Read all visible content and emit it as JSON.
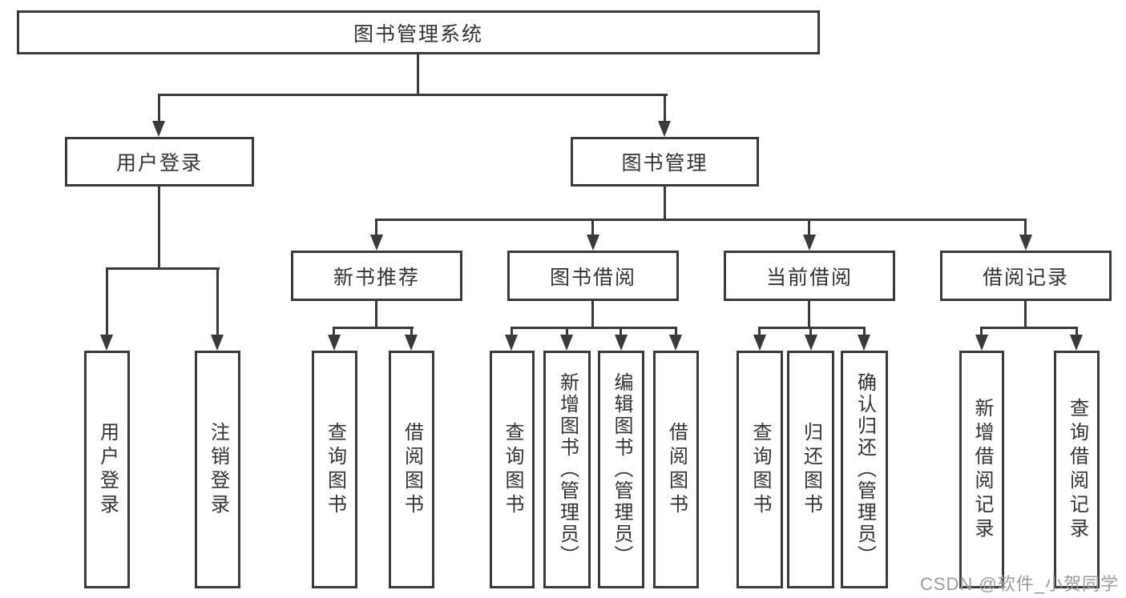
{
  "diagram": {
    "root": "图书管理系统",
    "level1": [
      "用户登录",
      "图书管理"
    ],
    "level2": [
      "新书推荐",
      "图书借阅",
      "当前借阅",
      "借阅记录"
    ],
    "leaves": {
      "user": [
        "用户登录",
        "注销登录"
      ],
      "newbook": [
        "查询图书",
        "借阅图书"
      ],
      "borrow": [
        "查询图书",
        "新增图书（管理员）",
        "编辑图书（管理员）",
        "借阅图书"
      ],
      "current": [
        "查询图书",
        "归还图书",
        "确认归还（管理员）"
      ],
      "records": [
        "新增借阅记录",
        "查询借阅记录"
      ]
    }
  },
  "watermark": {
    "text": "CSDN @软件_小贺同学"
  },
  "colors": {
    "line": "#3a3a3a",
    "text": "#333333",
    "watermark": "#9b9b9b",
    "background": "#ffffff"
  }
}
